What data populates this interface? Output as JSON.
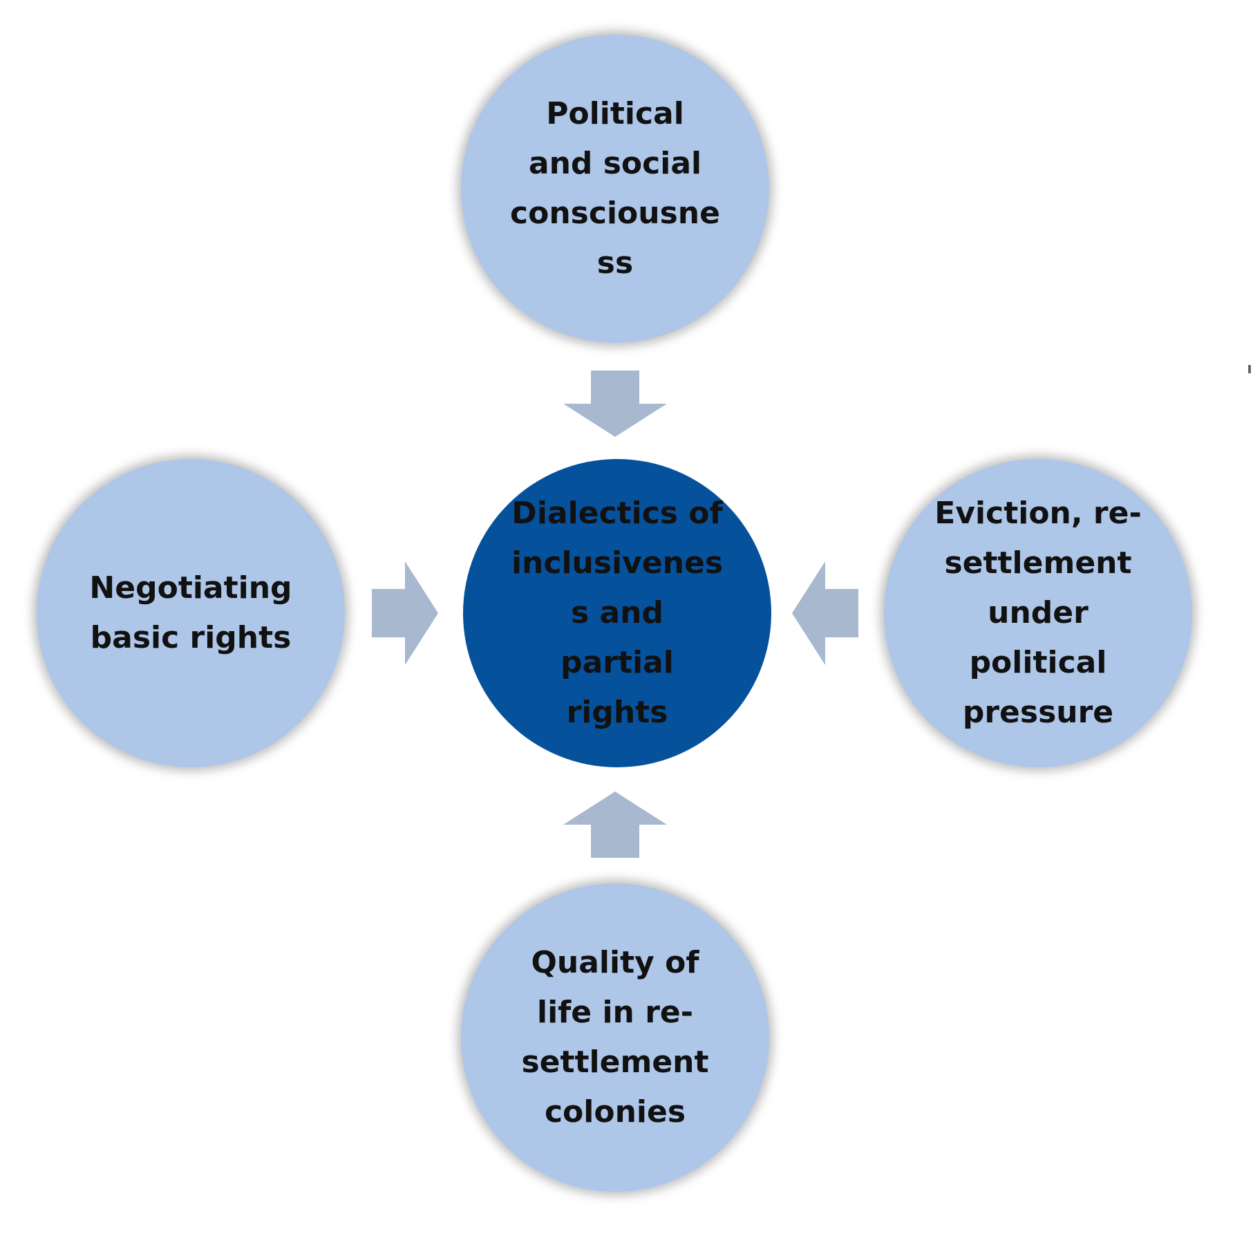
{
  "colors": {
    "outer_fill": "#aec6e8",
    "center_fill": "#06519c",
    "arrow_fill": "#a8b8cf",
    "text": "#111111"
  },
  "nodes": {
    "top": "Political\nand social\nconsciousne\nss",
    "left": "Negotiating\nbasic rights",
    "center": "Dialectics of\ninclusivenes\ns and\npartial\nrights",
    "right": "Eviction, re-\nsettlement\nunder\npolitical\npressure",
    "bottom": "Quality of\nlife in re-\nsettlement\ncolonies"
  },
  "arrows": [
    {
      "from": "top",
      "to": "center",
      "direction": "down"
    },
    {
      "from": "left",
      "to": "center",
      "direction": "right"
    },
    {
      "from": "right",
      "to": "center",
      "direction": "left"
    },
    {
      "from": "bottom",
      "to": "center",
      "direction": "up"
    }
  ]
}
